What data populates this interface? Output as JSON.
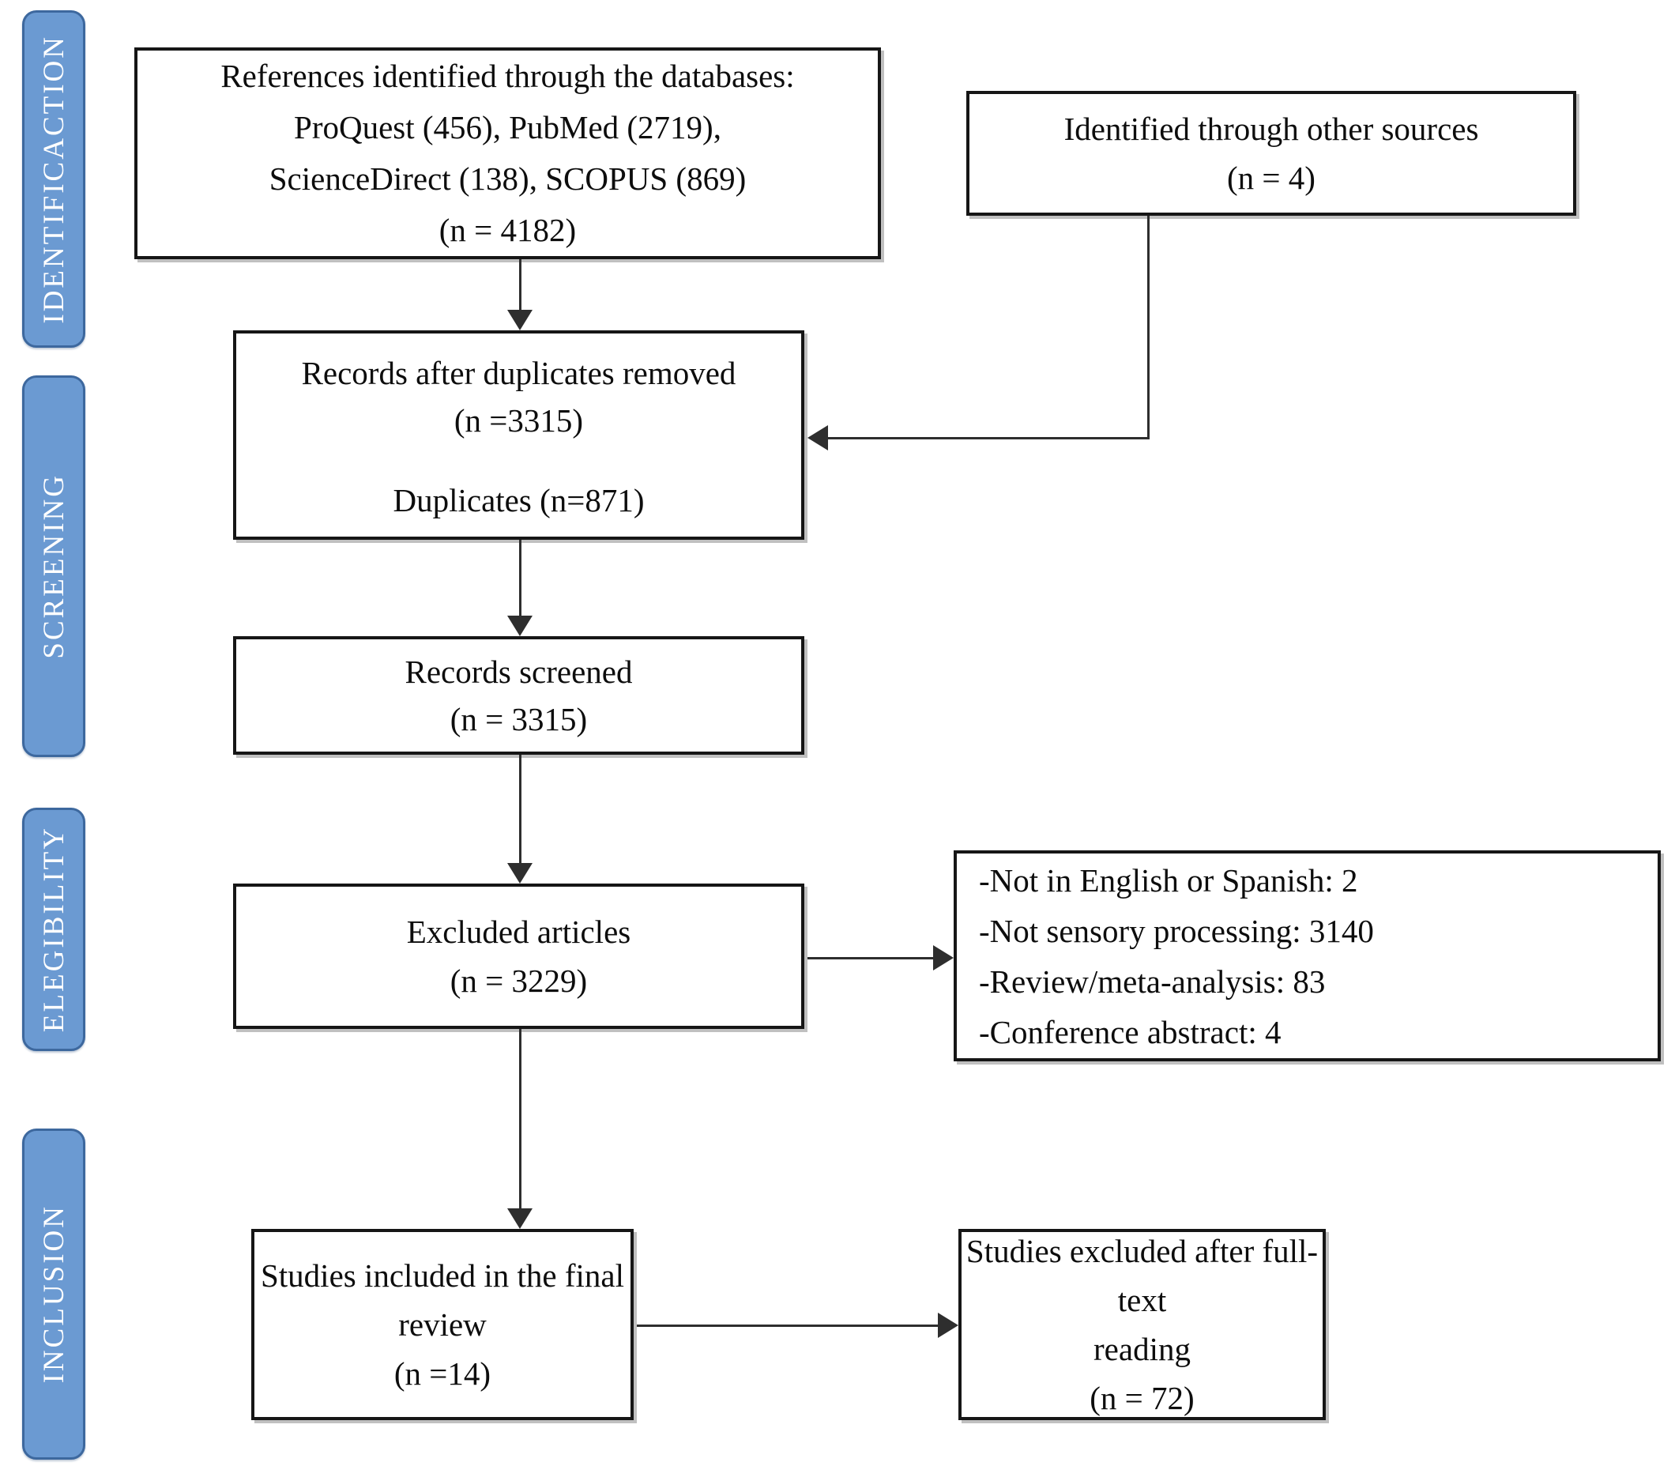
{
  "diagram": {
    "background": "#ffffff",
    "stage_fill": "#6b9ad2",
    "stage_border": "#3d689e",
    "stage_text_color": "#ffffff",
    "box_border_color": "#161616",
    "connector_color": "#2e2e2e"
  },
  "sidebar": {
    "stages": [
      {
        "id": "identification",
        "label": "IDENTIFICACTION"
      },
      {
        "id": "screening",
        "label": "SCREENING"
      },
      {
        "id": "eligibility",
        "label": "ELEGIBILITY"
      },
      {
        "id": "inclusion",
        "label": "INCLUSION"
      }
    ]
  },
  "boxes": {
    "databases": {
      "lines": [
        "References identified through the databases:",
        "ProQuest (456), PubMed (2719),",
        "ScienceDirect (138), SCOPUS (869)",
        "(n = 4182)"
      ]
    },
    "other_sources": {
      "lines": [
        "Identified through other sources",
        "(n = 4)"
      ]
    },
    "after_duplicates": {
      "lines": [
        "Records after duplicates removed",
        "(n =3315)"
      ],
      "footer": "Duplicates (n=871)"
    },
    "screened": {
      "lines": [
        "Records screened",
        "(n = 3315)"
      ]
    },
    "excluded_articles": {
      "lines": [
        "Excluded articles",
        "(n = 3229)"
      ]
    },
    "exclusion_reasons": {
      "lines": [
        "-Not in English or Spanish: 2",
        "-Not sensory processing: 3140",
        "-Review/meta-analysis: 83",
        "-Conference abstract: 4"
      ]
    },
    "included_final": {
      "lines": [
        "Studies included in the final",
        "review",
        "(n =14)"
      ]
    },
    "excluded_fulltext": {
      "lines": [
        "Studies excluded after full-text",
        "reading",
        "(n = 72)"
      ]
    }
  }
}
